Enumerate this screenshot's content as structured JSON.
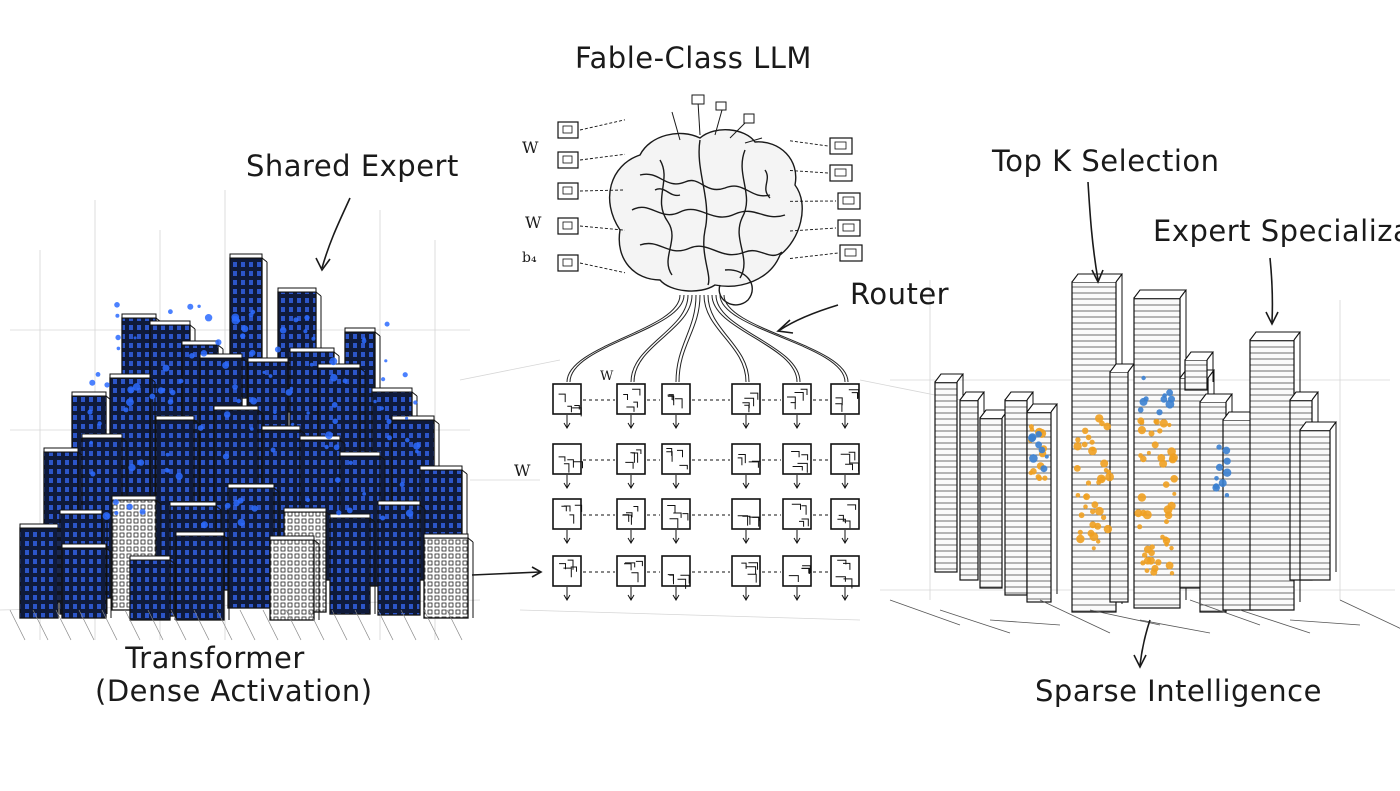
{
  "title": "Fable-Class LLM",
  "labels": {
    "shared_expert": "Shared Expert",
    "transformer_line1": "Transformer",
    "transformer_line2": "(Dense Activation)",
    "router": "Router",
    "top_k": "Top K Selection",
    "expert_specialization": "Expert Specializatio",
    "sparse_intelligence": "Sparse Intelligence"
  },
  "small_marks": {
    "w_1": "W",
    "w_2": "W",
    "b_1": "b₄",
    "w_3": "W",
    "w_4": "W"
  },
  "colors": {
    "ink": "#1a1a1a",
    "dense_blue": "#1f3fa8",
    "dense_glow": "#2b6bff",
    "sparse_orange": "#f0a020",
    "sparse_blue": "#3a7fd0"
  }
}
